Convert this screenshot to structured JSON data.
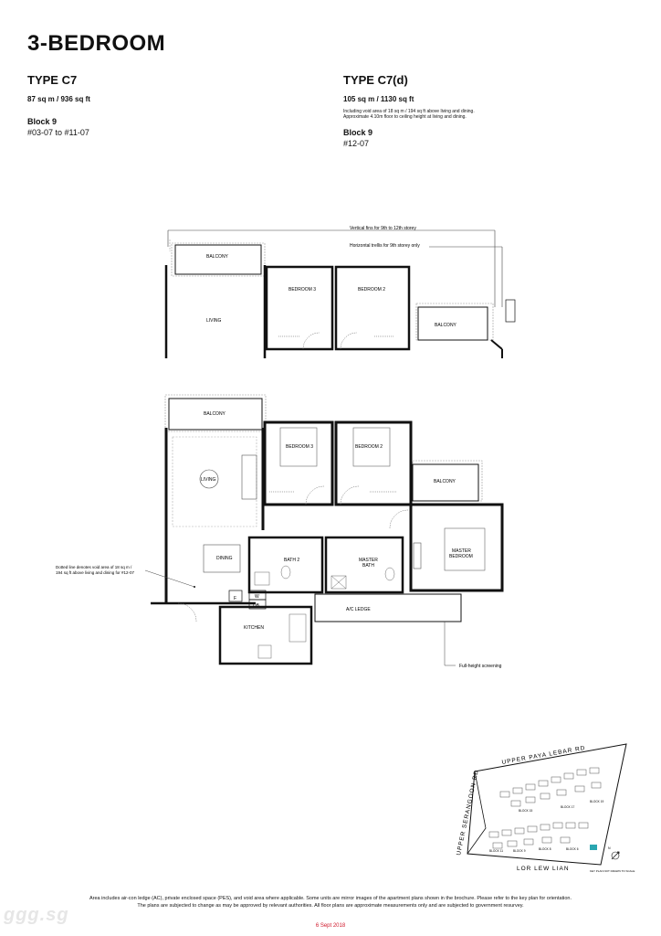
{
  "page": {
    "heading": "3-BEDROOM"
  },
  "left_unit": {
    "type": "TYPE C7",
    "size": "87 sq m / 936 sq ft",
    "block": "Block 9",
    "units": "#03-07 to #11-07"
  },
  "right_unit": {
    "type": "TYPE C7(d)",
    "size": "105 sq m / 1130 sq ft",
    "note_line1": "Including void area of 18 sq m / 194 sq ft above living and dining.",
    "note_line2": "Approximate 4.10m floor to ceiling height at living and dining.",
    "block": "Block 9",
    "units": "#12-07"
  },
  "upper_plan": {
    "annotation_fins": "Vertical fins for 9th to 12th storey",
    "annotation_trellis": "Horizontal trellis for 9th storey only",
    "rooms": [
      "BALCONY",
      "LIVING",
      "BEDROOM 3",
      "BEDROOM 2",
      "BALCONY"
    ]
  },
  "main_plan": {
    "rooms": {
      "balcony_top": "BALCONY",
      "living": "LIVING",
      "bedroom3": "BEDROOM 3",
      "bedroom2": "BEDROOM 2",
      "balcony_right": "BALCONY",
      "dining": "DINING",
      "bath2": "BATH 2",
      "master_bath_1": "MASTER",
      "master_bath_2": "BATH",
      "master_bedroom_1": "MASTER",
      "master_bedroom_2": "BEDROOM",
      "fridge": "F",
      "washer": "W",
      "db": "DB",
      "kitchen": "KITCHEN",
      "ac_ledge": "A/C LEDGE"
    },
    "void_note_1": "Dotted line denotes void area of 18 sq m /",
    "void_note_2": "194 sq ft above living and dining for #12-07",
    "screening_note": "Full-height screening"
  },
  "key_plan": {
    "road_top": "UPPER PAYA LEBAR RD",
    "road_left": "UPPER SERANGOON RD",
    "road_bottom": "LOR LEW LIAN",
    "block_labels": [
      "BLOCK 15",
      "BLOCK 17",
      "BLOCK 19",
      "BLOCK 11",
      "BLOCK 9",
      "BLOCK 8",
      "BLOCK 6"
    ],
    "compass": "N",
    "not_to_scale": "KEY PLAN NOT DRAWN TO SCALE"
  },
  "footer": {
    "line1": "Area includes air-con ledge (AC), private enclosed space (PES), and void area where applicable. Some units are mirror images of the apartment plans shown in the brochure. Please refer to the key plan for orientation.",
    "line2": "The plans are subjected to change as may be approved by relevant authorities. All floor plans are approximate measurements only and are subjected to government resurvey.",
    "date": "6 Sept 2018"
  },
  "watermark": "ggg.sg"
}
